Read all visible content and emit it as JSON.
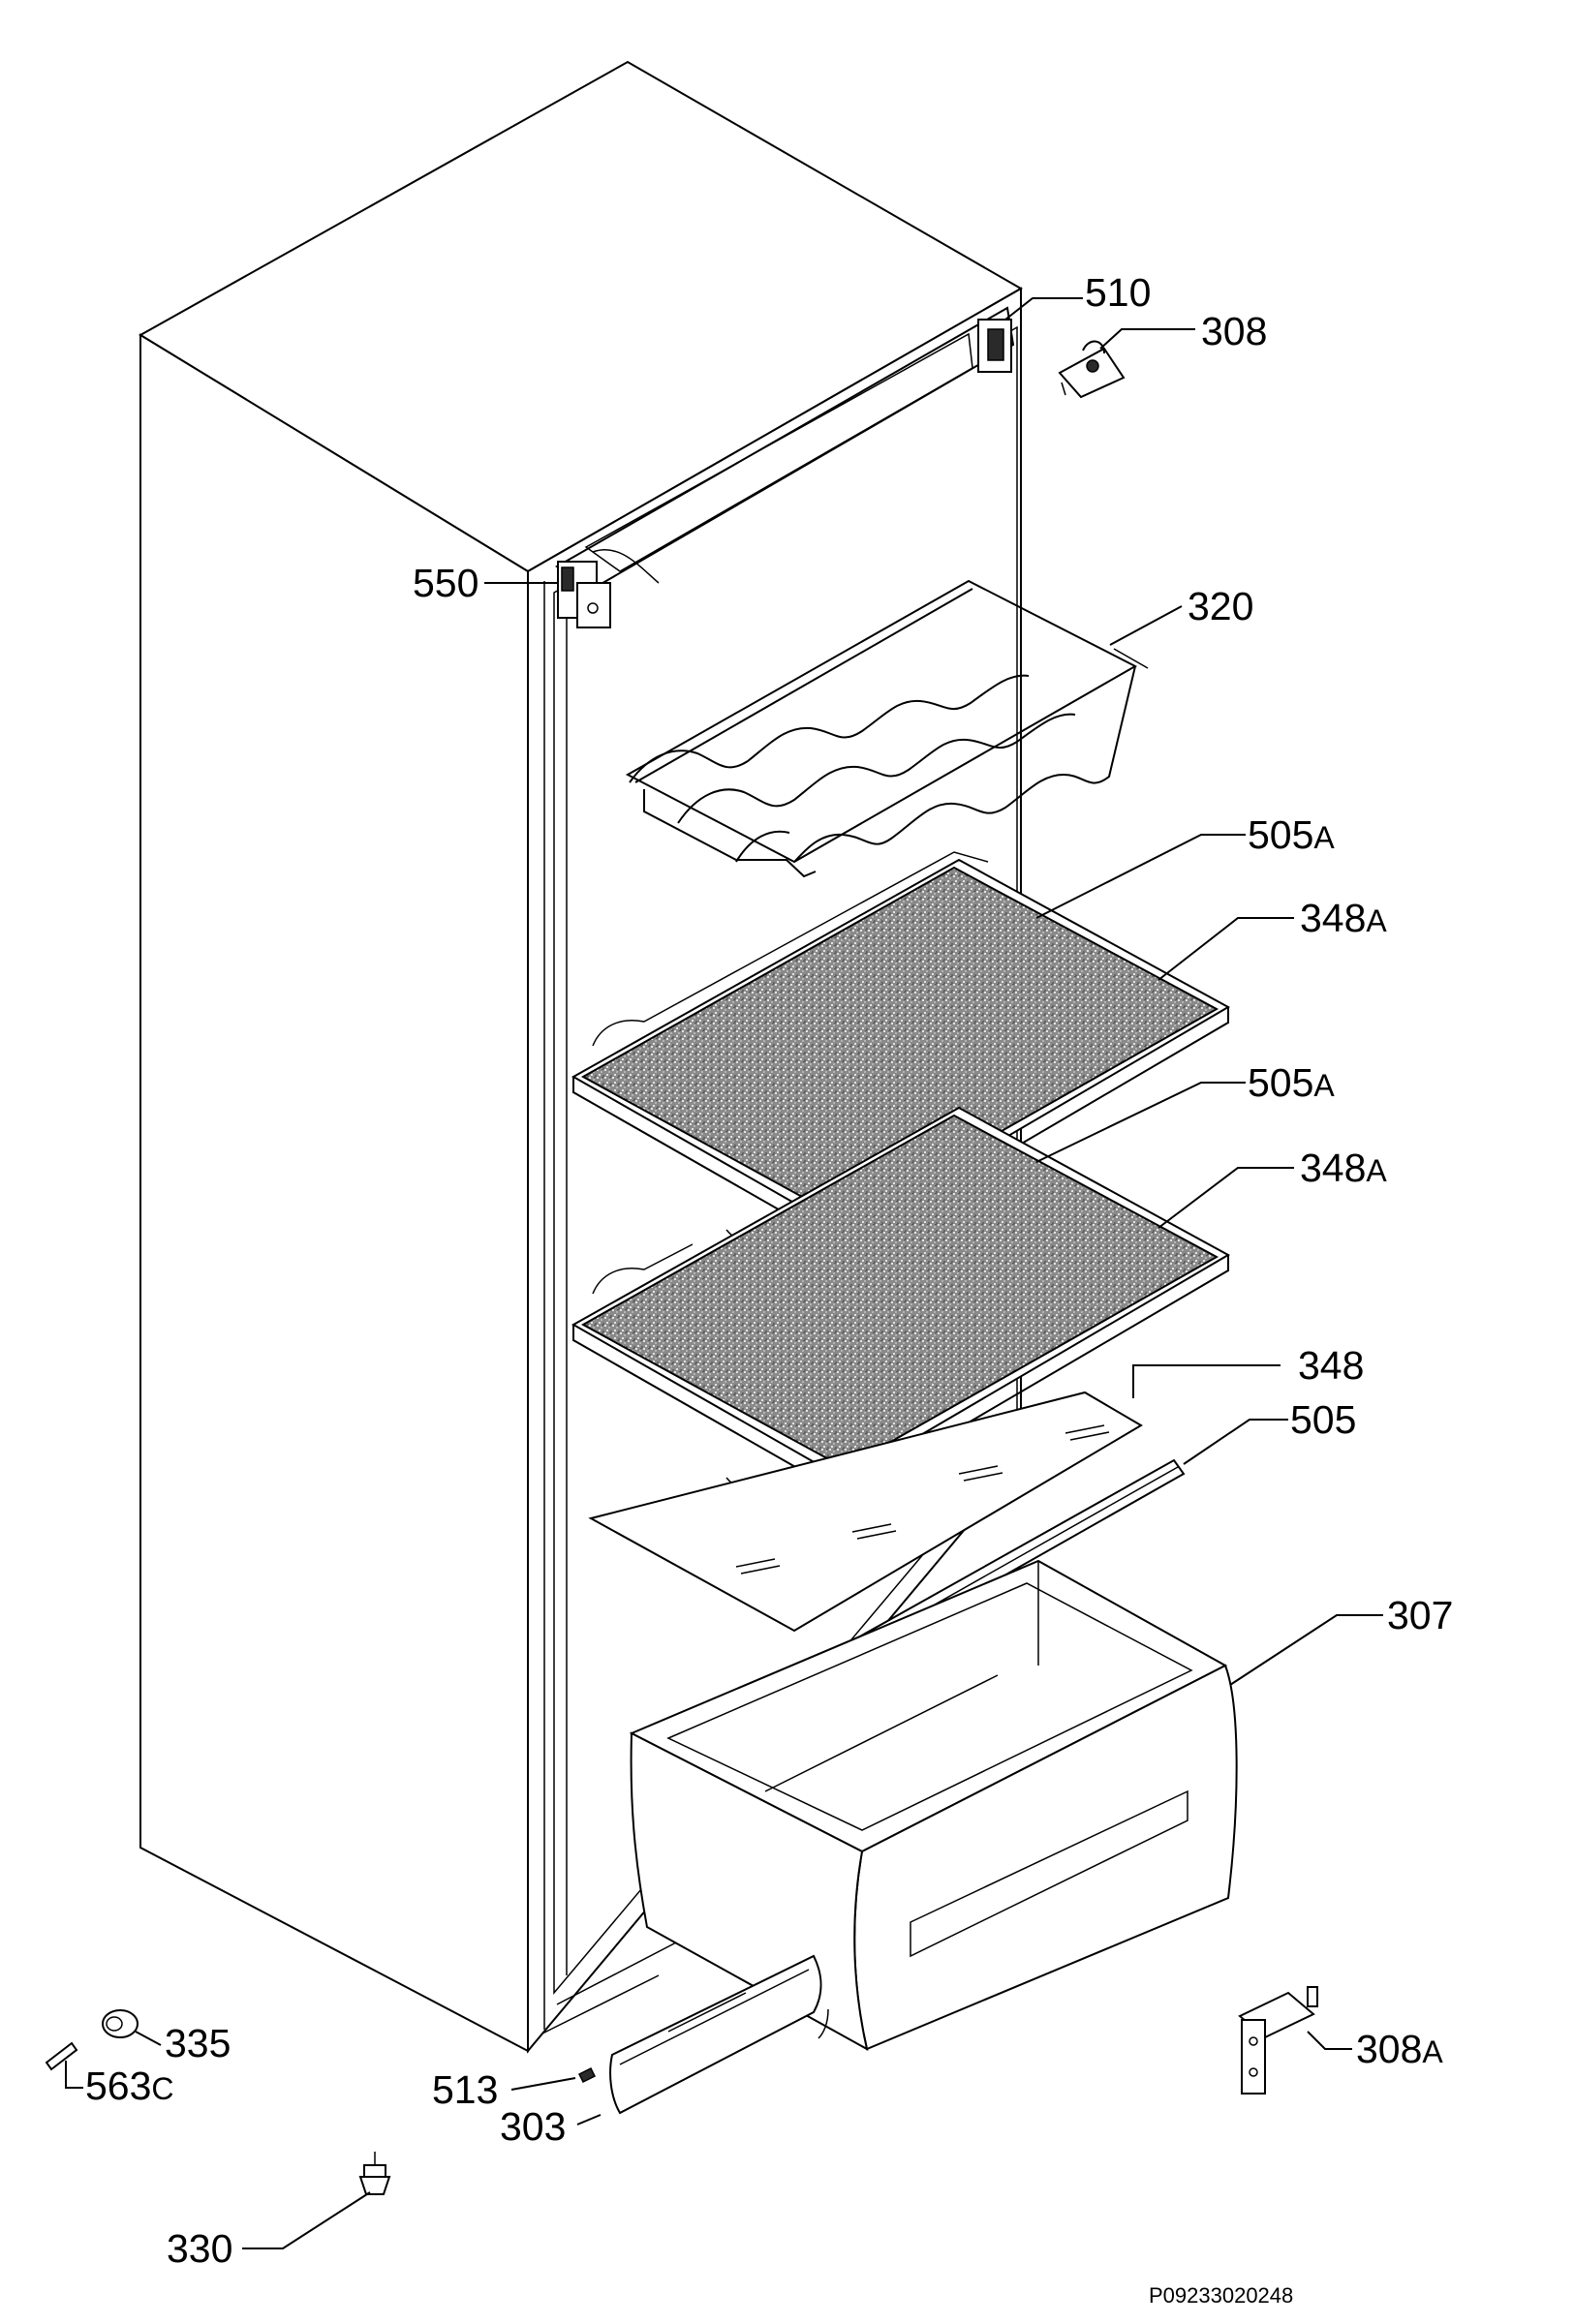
{
  "diagram": {
    "reference_code": "P09233020248",
    "parts": [
      {
        "id": "p510",
        "number": "510",
        "suffix": ""
      },
      {
        "id": "p308",
        "number": "308",
        "suffix": ""
      },
      {
        "id": "p550",
        "number": "550",
        "suffix": ""
      },
      {
        "id": "p320",
        "number": "320",
        "suffix": ""
      },
      {
        "id": "p505a1",
        "number": "505",
        "suffix": "A"
      },
      {
        "id": "p348a1",
        "number": "348",
        "suffix": "A"
      },
      {
        "id": "p505a2",
        "number": "505",
        "suffix": "A"
      },
      {
        "id": "p348a2",
        "number": "348",
        "suffix": "A"
      },
      {
        "id": "p348",
        "number": "348",
        "suffix": ""
      },
      {
        "id": "p505",
        "number": "505",
        "suffix": ""
      },
      {
        "id": "p307",
        "number": "307",
        "suffix": ""
      },
      {
        "id": "p335",
        "number": "335",
        "suffix": ""
      },
      {
        "id": "p563c",
        "number": "563",
        "suffix": "C"
      },
      {
        "id": "p308a",
        "number": "308",
        "suffix": "A"
      },
      {
        "id": "p513",
        "number": "513",
        "suffix": ""
      },
      {
        "id": "p303",
        "number": "303",
        "suffix": ""
      },
      {
        "id": "p330",
        "number": "330",
        "suffix": ""
      }
    ]
  }
}
